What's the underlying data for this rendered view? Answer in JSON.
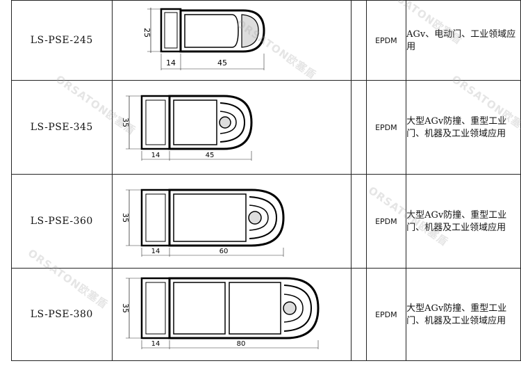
{
  "rows": [
    {
      "model": "LS-PSE-245",
      "material": "EPDM",
      "application": "AGv、电动门、工业领域应用",
      "dims": {
        "height": "25",
        "base": "14",
        "width": "45"
      }
    },
    {
      "model": "LS-PSE-345",
      "material": "EPDM",
      "application": "大型AGv防撞、重型工业门、机器及工业领域应用",
      "dims": {
        "height": "35",
        "base": "14",
        "width": "45"
      }
    },
    {
      "model": "LS-PSE-360",
      "material": "EPDM",
      "application": "大型AGv防撞、重型工业门、机器及工业领域应用",
      "dims": {
        "height": "35",
        "base": "14",
        "width": "60"
      }
    },
    {
      "model": "LS-PSE-380",
      "material": "EPDM",
      "application": "大型AGv防撞、重型工业门、机器及工业领域应用",
      "dims": {
        "height": "35",
        "base": "14",
        "width": "80"
      }
    }
  ],
  "watermark": "ORSATON欧塞盾"
}
